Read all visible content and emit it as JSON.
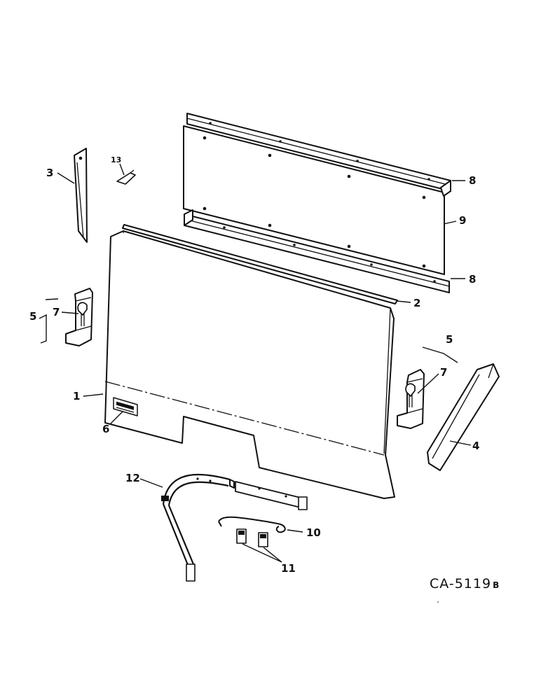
{
  "figure_id": "CA-5119",
  "figure_suffix": "B",
  "callouts": {
    "c1": "1",
    "c2": "2",
    "c3": "3",
    "c4": "4",
    "c5a": "5",
    "c5b": "5",
    "c6": "6",
    "c7a": "7",
    "c7b": "7",
    "c8a": "8",
    "c8b": "8",
    "c9": "9",
    "c10": "10",
    "c11": "11",
    "c12": "12",
    "c13": "13"
  }
}
